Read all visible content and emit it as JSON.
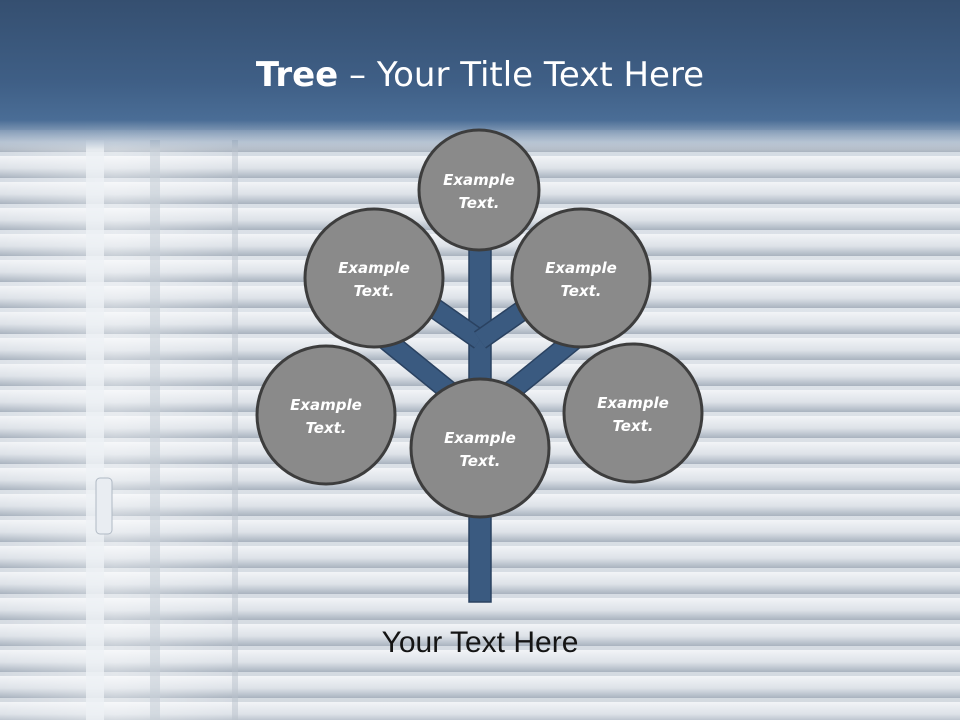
{
  "slide": {
    "title_bold": "Tree",
    "title_rest": " – Your Title Text Here",
    "caption": "Your Text Here"
  },
  "colors": {
    "header": "#3f5f86",
    "trunk": "#3a5a80",
    "node_fill": "#8a8a8a",
    "node_stroke": "#3d3d3d"
  },
  "tree": {
    "nodes": [
      {
        "line1": "Example",
        "line2": "Text."
      },
      {
        "line1": "Example",
        "line2": "Text."
      },
      {
        "line1": "Example",
        "line2": "Text."
      },
      {
        "line1": "Example",
        "line2": "Text."
      },
      {
        "line1": "Example",
        "line2": "Text."
      },
      {
        "line1": "Example",
        "line2": "Text."
      }
    ]
  }
}
